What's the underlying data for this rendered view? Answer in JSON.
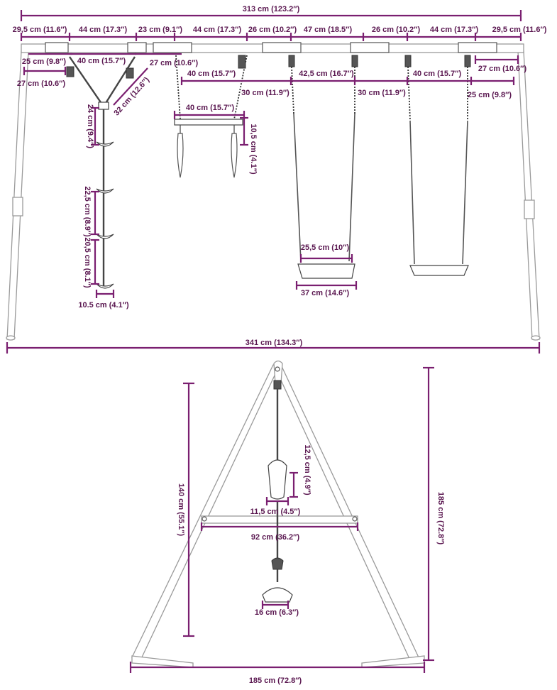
{
  "front_view": {
    "overall_top": "313 cm (123.2″)",
    "overall_bottom": "341 cm (134.3″)",
    "top_segments": [
      "29,5 cm (11.6″)",
      "44 cm (17.3″)",
      "23 cm (9.1″)",
      "44 cm (17.3″)",
      "26 cm (10.2″)",
      "47 cm (18.5″)",
      "26 cm (10.2″)",
      "44 cm (17.3″)",
      "29,5 cm (11.6″)"
    ],
    "ladder": {
      "top_offset": "25 cm (9.8″)",
      "left_offset": "27 cm (10.6″)",
      "hanger_width": "40 cm (15.7″)",
      "rope_diag": "32 cm (12.6″)",
      "step_1": "24 cm (9.4″)",
      "step_2": "22,5 cm (8.9″)",
      "step_3": "20,5 cm (8.1″)",
      "step_width": "10.5 cm (4.1″)"
    },
    "trapeze": {
      "offset": "27 cm (10.6″)",
      "hanger": "40 cm (15.7″)",
      "chain": "30 cm (11.9″)",
      "bar_width": "40 cm (15.7″)",
      "ring_height": "10,5 cm (4.1″)"
    },
    "swing_1": {
      "hanger": "42,5 cm (16.7″)",
      "chain": "30 cm (11.9″)",
      "seat_inner": "25,5 cm (10″)",
      "seat_outer": "37 cm (14.6″)"
    },
    "swing_2": {
      "hanger": "40 cm (15.7″)",
      "offset": "25 cm (9.8″)",
      "right_offset": "27 cm (10.6″)"
    }
  },
  "side_view": {
    "total_height": "185 cm (72.8″)",
    "crossbar_height": "140 cm (55.1″)",
    "grip_height": "12,5 cm (4.9″)",
    "grip_width": "11,5 cm (4.5″)",
    "crossbar_width": "92 cm (36.2″)",
    "step_width": "16 cm (6.3″)",
    "base_width": "185 cm (72.8″)"
  }
}
